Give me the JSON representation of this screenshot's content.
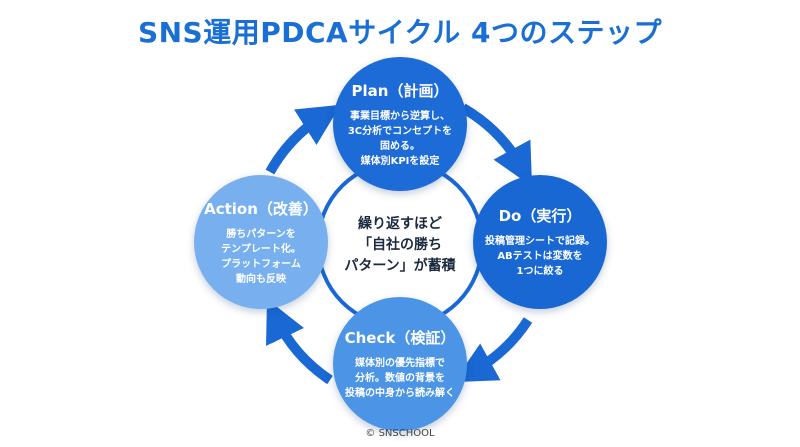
{
  "title": "SNS運用PDCAサイクル 4つのステップ",
  "center": {
    "line1": "繰り返すほど",
    "line2": "「自社の勝ち",
    "line3": "パターン」が蓄積"
  },
  "steps": [
    {
      "heading": "Plan（計画）",
      "lines": [
        "事業目標から逆算し、",
        "3C分析でコンセプトを",
        "固める。",
        "媒体別KPIを設定"
      ]
    },
    {
      "heading": "Do（実行）",
      "lines": [
        "投稿管理シートで記録。",
        "ABテストは変数を",
        "1つに絞る"
      ]
    },
    {
      "heading": "Check（検証）",
      "lines": [
        "媒体別の優先指標で",
        "分析。数値の背景を",
        "投稿の中身から読み解く"
      ]
    },
    {
      "heading": "Action（改善）",
      "lines": [
        "勝ちパターンを",
        "テンプレート化。",
        "プラットフォーム",
        "動向も反映"
      ]
    }
  ],
  "copyright": "© SNSCHOOL",
  "colors": {
    "title": "#1a6fd4",
    "plan": "#1d6bd6",
    "do": "#1967d2",
    "check": "#4c94e6",
    "action": "#78b0ef",
    "arrow": "#1a68d3",
    "ring": "#1a68d3"
  }
}
